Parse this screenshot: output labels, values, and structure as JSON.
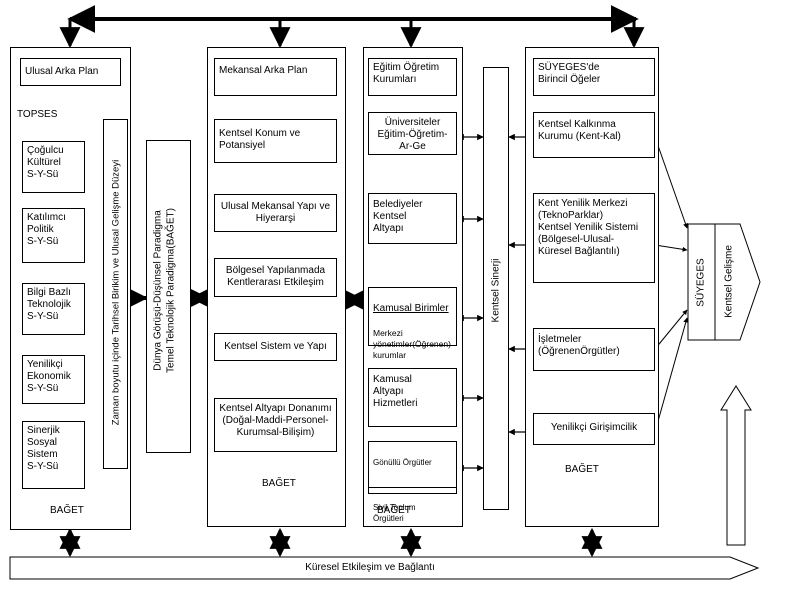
{
  "panel1": {
    "title": "Ulusal Arka Plan",
    "section": "TOPSES",
    "items": [
      "Çoğulcu\nKültürel\nS-Y-Sü",
      "Katılımcı\nPolitik\nS-Y-Sü",
      "Bilgi Bazlı\nTeknolojik\nS-Y-Sü",
      "Yenilikçi\nEkonomik\nS-Y-Sü",
      "Sinerjik\nSosyal\nSistem\nS-Y-Sü"
    ],
    "vertical_label": "Zaman boyutu içinde Tarihsel Birikim ve Ulusal Gelişme Düzeyi",
    "footer": "BAĞET"
  },
  "paradigm": {
    "line1": "Dünya Görüşü-Düşünsel Paradigma",
    "line2": "Temel Teknolojik Paradigma(BAĞET)"
  },
  "panel2": {
    "title": "Mekansal Arka Plan",
    "items": [
      "Kentsel Konum ve\nPotansiyel",
      "Ulusal Mekansal Yapı ve\nHiyerarşi",
      "Bölgesel Yapılanmada\nKentlerarası Etkileşim",
      "Kentsel Sistem ve Yapı",
      "Kentsel Altyapı Donanımı\n(Doğal-Maddi-Personel-\nKurumsal-Bilişim)"
    ],
    "footer": "BAĞET"
  },
  "panel3": {
    "title": "Eğitim Öğretim\nKurumları",
    "items": [
      "Üniversiteler\nEğitim-Öğretim-\nAr-Ge",
      "Belediyeler\nKentsel\nAltyapı",
      "Kamusal Birimler",
      "Merkezi\nyönetimler(Öğrenen)\nkurumlar",
      "Kamusal\nAltyapı\nHizmetleri",
      "Gönüllü Örgütler",
      "Sivil Toplum\nÖrgütleri"
    ],
    "footer": "BAĞET"
  },
  "synergy": "Kentsel Sinerji",
  "panel4": {
    "title": "SÜYEGES'de\nBirincil Öğeler",
    "items": [
      "Kentsel Kalkınma\nKurumu (Kent-Kal)",
      "Kent Yenilik Merkezi\n(TeknoParklar)\nKentsel Yenilik Sistemi\n(Bölgesel-Ulusal-\nKüresel Bağlantılı)",
      "İşletmeler\n(ÖğrenenÖrgütler)",
      "Yenilikçi Girişimcilik"
    ],
    "footer": "BAĞET"
  },
  "outcome": {
    "label1": "SÜYEGES",
    "label2": "Kentsel Gelişme"
  },
  "bottom": {
    "label": "Küresel Etkileşim ve Bağlantı"
  }
}
